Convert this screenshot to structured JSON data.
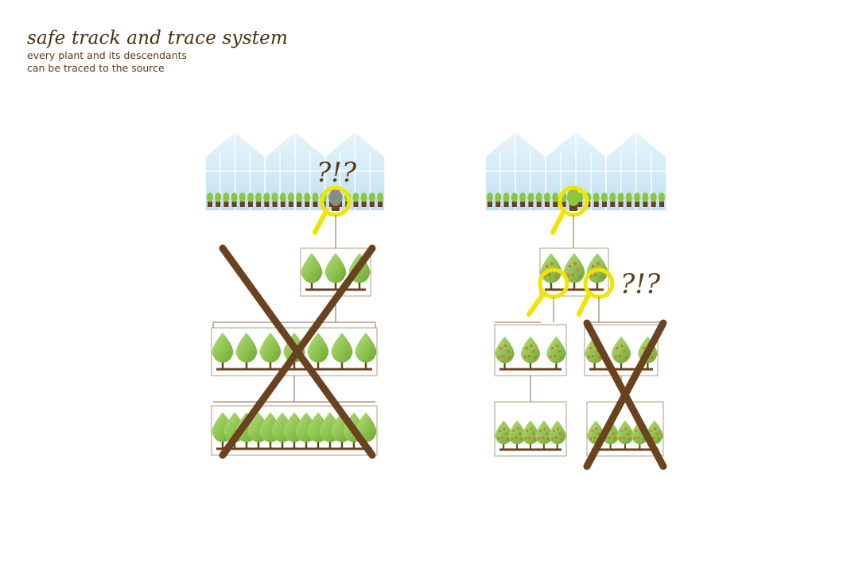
{
  "header": {
    "title": "safe track and trace system",
    "subtitle_line1": "every plant and its descendants",
    "subtitle_line2": "can be traced to the source"
  },
  "annotations": {
    "left_question": "?!?",
    "right_question": "?!?"
  },
  "colors": {
    "brown": "#6b4220",
    "tree_green": "#8cc63f",
    "tree_dark": "#5e9a2a",
    "magnifier": "#f0e400",
    "greenhouse": "#cfe9f6"
  },
  "icons": [
    "greenhouse-icon",
    "tree-icon",
    "magnifier-icon",
    "cross-icon"
  ]
}
